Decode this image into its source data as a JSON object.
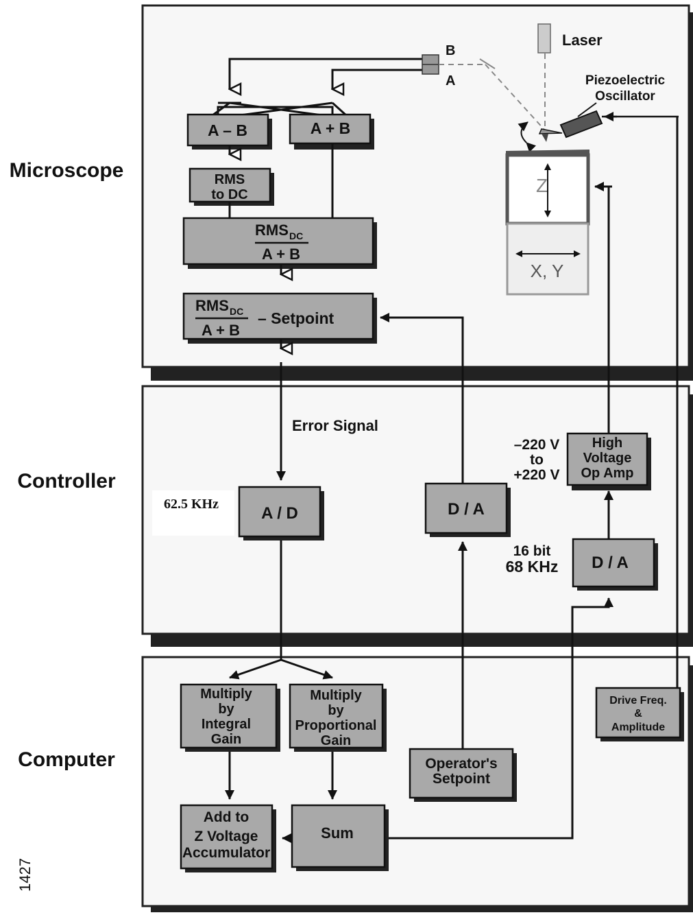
{
  "sections": {
    "microscope": "Microscope",
    "controller": "Controller",
    "computer": "Computer"
  },
  "microscope": {
    "a_minus_b": "A – B",
    "a_plus_b": "A + B",
    "rms_to_dc": [
      "RMS",
      "to DC"
    ],
    "rms_dc": "RMS",
    "dc_sub": "DC",
    "ratio_denominator": "A + B",
    "setpoint_suffix": "– Setpoint",
    "photodiode_b": "B",
    "photodiode_a": "A",
    "laser": "Laser",
    "piezo": [
      "Piezoelectric",
      "Oscillator"
    ],
    "z_axis": "Z",
    "xy_axis": "X, Y"
  },
  "controller": {
    "error_signal": "Error Signal",
    "ad_rate": "62.5 KHz",
    "ad_label": "A / D",
    "da_label": "D / A",
    "voltage_range": [
      "–220 V",
      "to",
      "+220 V"
    ],
    "hv_amp": [
      "High",
      "Voltage",
      "Op Amp"
    ],
    "bits": "16 bit",
    "da_rate": "68 KHz",
    "da2_label": "D / A"
  },
  "computer": {
    "integral": [
      "Multiply",
      "by",
      "Integral",
      "Gain"
    ],
    "proportional": [
      "Multiply",
      "by",
      "Proportional",
      "Gain"
    ],
    "operator": [
      "Operator's",
      "Setpoint"
    ],
    "drive": [
      "Drive Freq.",
      "&",
      "Amplitude"
    ],
    "accumulator": [
      "Add to",
      "Z Voltage",
      "Accumulator"
    ],
    "sum": "Sum"
  },
  "figure_number": "1427"
}
